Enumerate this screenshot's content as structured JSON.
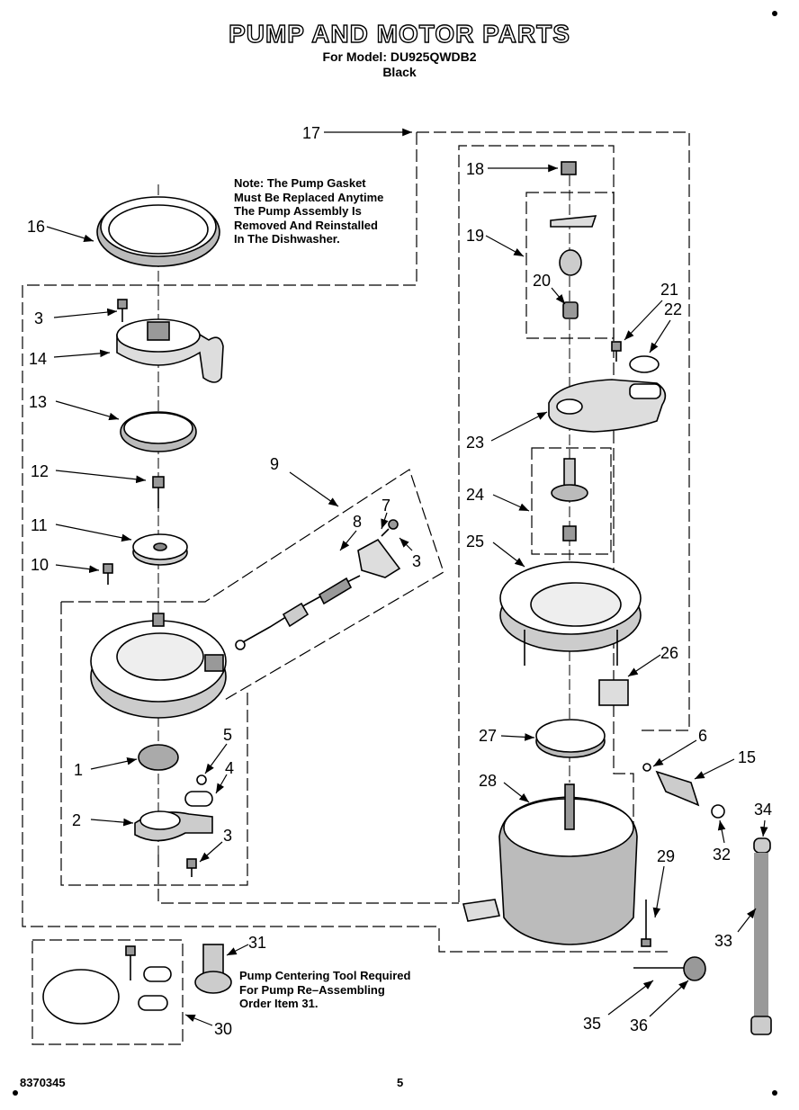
{
  "header": {
    "title": "PUMP AND MOTOR PARTS",
    "model_line": "For Model: DU925QWDB2",
    "color_line": "Black"
  },
  "notes": {
    "gasket_note": [
      "Note: The Pump Gasket",
      "Must Be Replaced Anytime",
      "The Pump Assembly Is",
      "Removed And Reinstalled",
      "In The Dishwasher."
    ],
    "tool_note": [
      "Pump Centering Tool Required",
      "For Pump Re–Assembling",
      "Order Item 31."
    ]
  },
  "footer": {
    "doc_number": "8370345",
    "page_number": "5"
  },
  "callouts": [
    "1",
    "2",
    "3",
    "3",
    "3",
    "4",
    "5",
    "6",
    "7",
    "8",
    "9",
    "10",
    "11",
    "12",
    "13",
    "14",
    "15",
    "16",
    "17",
    "18",
    "19",
    "20",
    "21",
    "22",
    "23",
    "24",
    "25",
    "26",
    "27",
    "28",
    "29",
    "30",
    "31",
    "32",
    "33",
    "34",
    "35",
    "36"
  ]
}
